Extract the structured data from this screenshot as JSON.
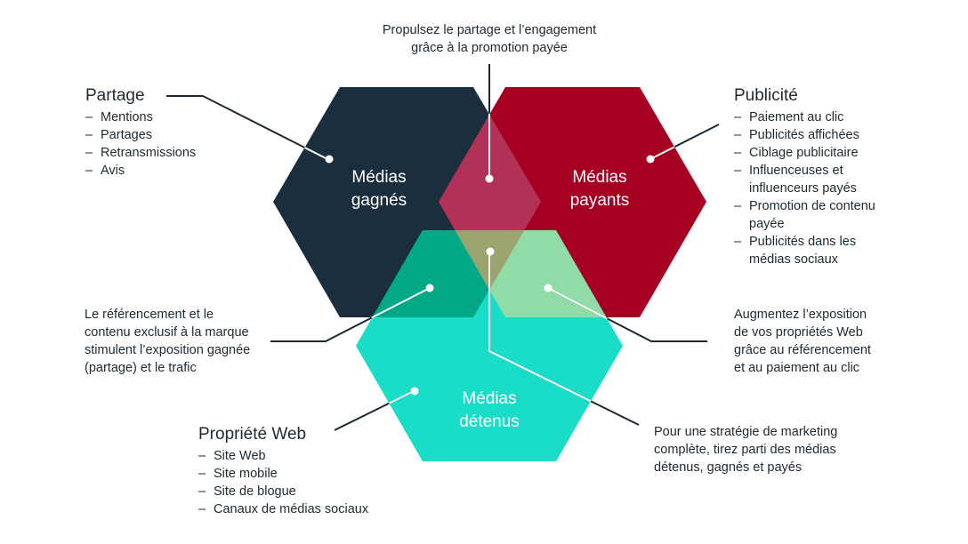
{
  "colors": {
    "earned": "#1b2e3e",
    "paid": "#a50021",
    "owned": "#1addc8",
    "earned_paid_overlap": "#b23157",
    "earned_owned_overlap": "#03a887",
    "paid_owned_overlap": "#91dca6",
    "all_overlap": "#9aa46f",
    "connector_outside": "#1c2a35",
    "connector_inside": "#ffffff",
    "text": "#1c2a35"
  },
  "hexagons": {
    "earned": {
      "label_line1": "Médias",
      "label_line2": "gagnés"
    },
    "paid": {
      "label_line1": "Médias",
      "label_line2": "payants"
    },
    "owned": {
      "label_line1": "Médias",
      "label_line2": "détenus"
    }
  },
  "callouts": {
    "top": {
      "line1": "Propulsez le partage et l’engagement",
      "line2": "grâce à la promotion payée"
    },
    "partage": {
      "heading": "Partage",
      "items": [
        "Mentions",
        "Partages",
        "Retransmissions",
        "Avis"
      ]
    },
    "publicite": {
      "heading": "Publicité",
      "items": [
        "Paiement au clic",
        "Publicités affichées",
        "Ciblage publicitaire",
        "Influenceuses et influenceurs payés",
        "Promotion de contenu payée",
        "Publicités dans les médias sociaux"
      ]
    },
    "left_middle": {
      "lines": [
        "Le référencement et le",
        "contenu exclusif à la marque",
        "stimulent l’exposition gagnée",
        "(partage) et le trafic"
      ]
    },
    "right_middle": {
      "lines": [
        "Augmentez l’exposition",
        "de vos propriétés Web",
        "grâce au référencement",
        "et au paiement au clic"
      ]
    },
    "propriete_web": {
      "heading": "Propriété Web",
      "items": [
        "Site Web",
        "Site mobile",
        "Site de blogue",
        "Canaux de médias sociaux"
      ]
    },
    "bottom_right": {
      "lines": [
        "Pour une stratégie de marketing",
        "complète, tirez parti des médias",
        "détenus, gagnés et payés"
      ]
    }
  }
}
